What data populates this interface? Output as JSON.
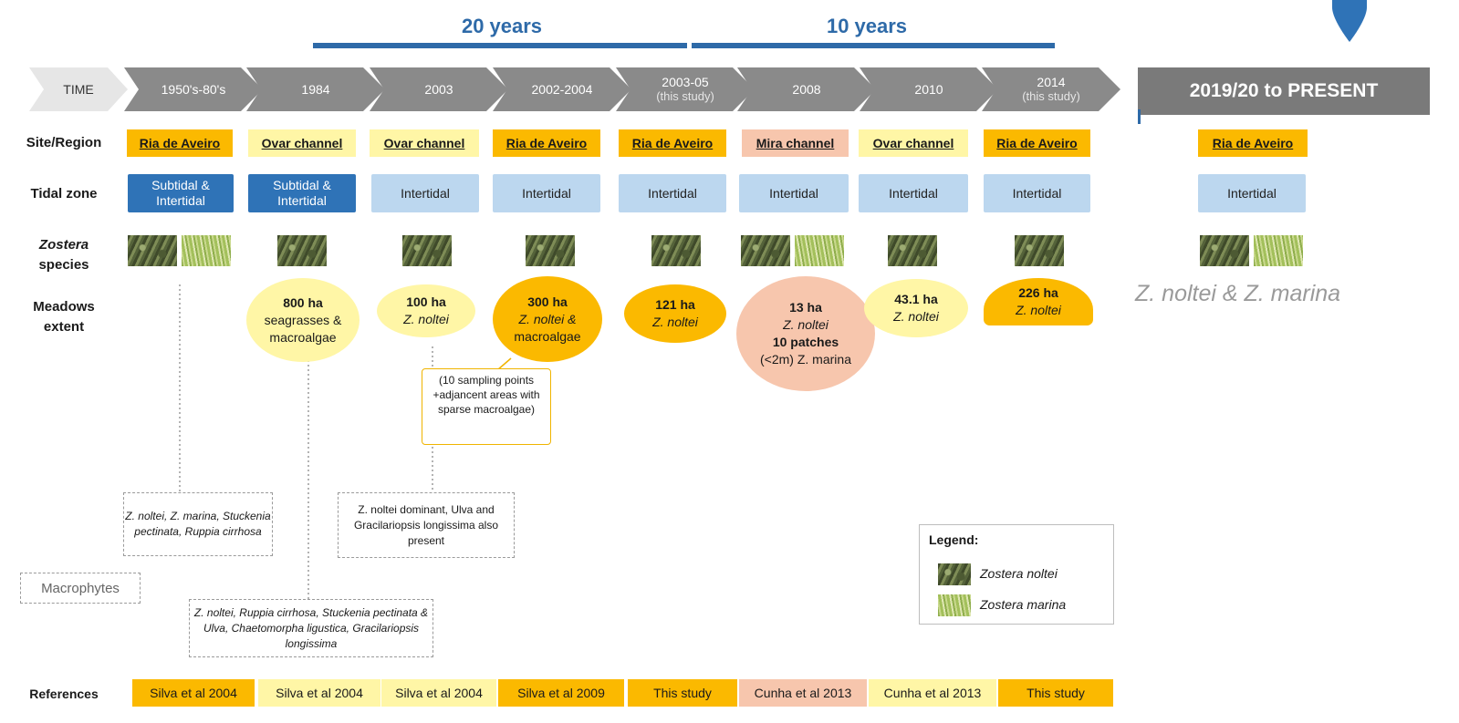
{
  "periods": [
    {
      "label": "20 years"
    },
    {
      "label": "10 years"
    }
  ],
  "timeline": {
    "time_label": "TIME",
    "steps": [
      {
        "label": "1950's-80's",
        "sub": ""
      },
      {
        "label": "1984",
        "sub": ""
      },
      {
        "label": "2003",
        "sub": ""
      },
      {
        "label": "2002-2004",
        "sub": ""
      },
      {
        "label": "2003-05",
        "sub": "(this study)"
      },
      {
        "label": "2008",
        "sub": ""
      },
      {
        "label": "2010",
        "sub": ""
      },
      {
        "label": "2014",
        "sub": "(this study)"
      }
    ],
    "present_label": "2019/20 to PRESENT"
  },
  "row_labels": {
    "site": "Site/Region",
    "tidal": "Tidal zone",
    "species_1": "Zostera",
    "species_2": "species",
    "meadows_1": "Meadows",
    "meadows_2": "extent",
    "references": "References"
  },
  "sites": [
    "Ria de Aveiro",
    "Ovar channel",
    "Ovar channel",
    "Ria de Aveiro",
    "Ria de Aveiro",
    "Mira channel",
    "Ovar channel",
    "Ria de Aveiro",
    "Ria de Aveiro"
  ],
  "tidal": [
    [
      "Subtidal &",
      "Intertidal"
    ],
    [
      "Subtidal &",
      "Intertidal"
    ],
    [
      "Intertidal",
      ""
    ],
    [
      "Intertidal",
      ""
    ],
    [
      "Intertidal",
      ""
    ],
    [
      "Intertidal",
      ""
    ],
    [
      "Intertidal",
      ""
    ],
    [
      "Intertidal",
      ""
    ],
    [
      "Intertidal",
      ""
    ]
  ],
  "meadows": {
    "m1984": {
      "l1": "800 ha",
      "l2": "seagrasses &",
      "l3": "macroalgae"
    },
    "m2003": {
      "l1": "100 ha",
      "l2": "Z. noltei"
    },
    "m2002": {
      "l1": "300 ha",
      "l2": "Z. noltei &",
      "l3": "macroalgae"
    },
    "m2005": {
      "l1": "121 ha",
      "l2": "Z. noltei"
    },
    "m2008": {
      "l1": "13 ha",
      "l2": "Z. noltei",
      "l3": "10 patches",
      "l4": "(<2m) Z. marina"
    },
    "m2010": {
      "l1": "43.1 ha",
      "l2": "Z. noltei"
    },
    "m2014": {
      "l1": "226 ha",
      "l2": "Z. noltei"
    },
    "present": "Z. noltei & Z. marina"
  },
  "notes": {
    "sampling": "(10 sampling points +adjancent areas with sparse macroalgae)",
    "box1950": "Z. noltei, Z. marina, Stuckenia pectinata, Ruppia cirrhosa",
    "box2003": "Z. noltei dominant, Ulva and Gracilariopsis longissima also present",
    "macrophytes": "Macrophytes",
    "box1984": "Z. noltei, Ruppia cirrhosa, Stuckenia pectinata & Ulva, Chaetomorpha ligustica, Gracilariopsis longissima"
  },
  "legend": {
    "title": "Legend:",
    "items": [
      "Zostera noltei",
      "Zostera marina"
    ]
  },
  "references": [
    "Silva et al 2004",
    "Silva et al 2004",
    "Silva et al 2004",
    "Silva et al 2009",
    "This study",
    "Cunha et al 2013",
    "Cunha et al 2013",
    "This study"
  ],
  "colors": {
    "blue": "#2e6aa8",
    "orange": "#fbb900",
    "pale_yellow": "#fff6a6",
    "peach": "#f7c6ad",
    "arrow_gray": "#8a8a8a",
    "present_gray": "#7a7a7a"
  },
  "icons": {
    "location": "map-pin-icon"
  }
}
